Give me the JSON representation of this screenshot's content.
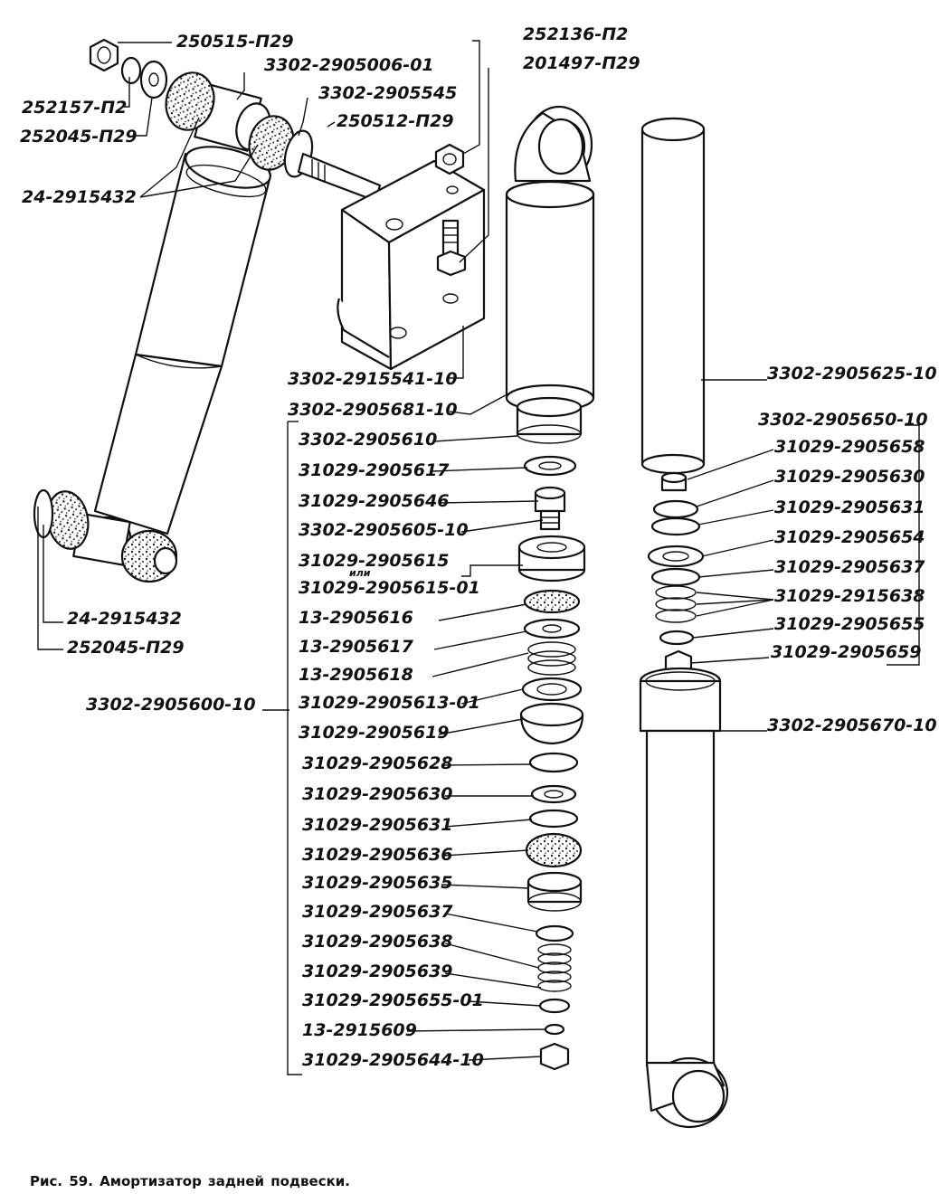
{
  "caption": "Рис. 59. Амортизатор задней подвески.",
  "labels": {
    "l250515": "250515-П29",
    "l252157": "252157-П2",
    "l252045a": "252045-П29",
    "l3302_006": "3302-2905006-01",
    "l3302_545": "3302-2905545",
    "l250512": "250512-П29",
    "l24a": "24-2915432",
    "l252136": "252136-П2",
    "l201497": "201497-П29",
    "l24b": "24-2915432",
    "l252045b": "252045-П29",
    "l3302_541": "3302-2915541-10",
    "l3302_681": "3302-2905681-10",
    "l3302_610": "3302-2905610",
    "l617": "31029-2905617",
    "l646": "31029-2905646",
    "l3302_605": "3302-2905605-10",
    "l615": "31029-2905615",
    "ili": "или",
    "l615_01": "31029-2905615-01",
    "l13_616": "13-2905616",
    "l13_617": "13-2905617",
    "l13_618": "13-2905618",
    "l613_01": "31029-2905613-01",
    "l619": "31029-2905619",
    "l628": "31029-2905628",
    "l630a": "31029-2905630",
    "l631a": "31029-2905631",
    "l636": "31029-2905636",
    "l635": "31029-2905635",
    "l637a": "31029-2905637",
    "l638": "31029-2905638",
    "l639": "31029-2905639",
    "l655_01": "31029-2905655-01",
    "l13_609": "13-2915609",
    "l644": "31029-2905644-10",
    "l3302_600": "3302-2905600-10",
    "l3302_625": "3302-2905625-10",
    "l3302_650": "3302-2905650-10",
    "l658": "31029-2905658",
    "l630b": "31029-2905630",
    "l631b": "31029-2905631",
    "l654": "31029-2905654",
    "l637b": "31029-2905637",
    "l2915638": "31029-2915638",
    "l655": "31029-2905655",
    "l659": "31029-2905659",
    "l3302_670": "3302-2905670-10"
  }
}
